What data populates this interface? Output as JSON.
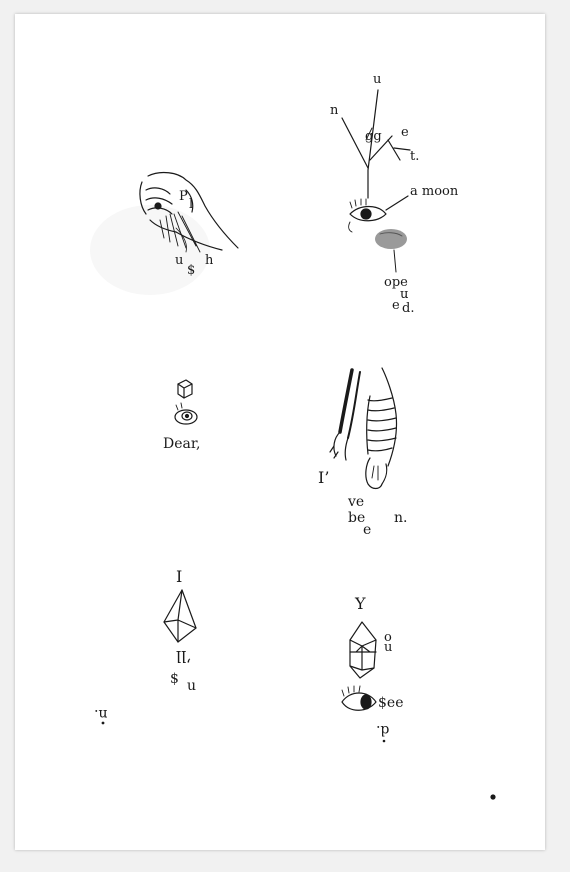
{
  "panels": [
    {
      "id": "hand",
      "pieces": [
        "P",
        "l",
        "u",
        "$",
        "h"
      ]
    },
    {
      "id": "tree-eye",
      "pieces": [
        "u",
        "n",
        "gg",
        "e",
        "t.",
        "a moon",
        "ope",
        "n",
        "e",
        "d."
      ]
    },
    {
      "id": "dear",
      "pieces": [
        "Dear,"
      ]
    },
    {
      "id": "arms",
      "pieces": [
        "I’",
        "ve",
        "be",
        "e",
        "n."
      ]
    },
    {
      "id": "crystal-ill",
      "pieces": [
        "I",
        "’ll",
        "$",
        "u",
        "n."
      ]
    },
    {
      "id": "crystal-see",
      "pieces": [
        "Y",
        "o",
        "u",
        "$ee",
        "d."
      ]
    }
  ],
  "icons": [
    "hand-drawing-icon",
    "tree-branch-icon",
    "eye-icon",
    "moon-icon",
    "cube-icon",
    "arm-icon",
    "bandaged-arm-icon",
    "crystal-icon",
    "ink-dot-icon"
  ],
  "colors": {
    "ink": "#1a1a1a",
    "paper": "#ffffff",
    "backdrop": "#f1f1f1",
    "moon": "#9a9a9a"
  }
}
